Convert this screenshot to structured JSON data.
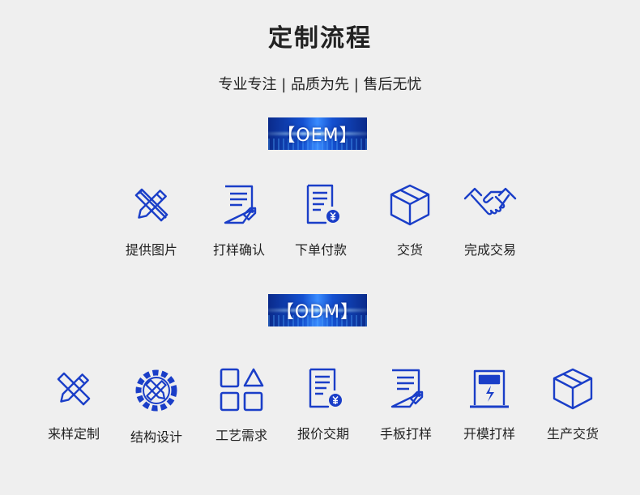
{
  "header": {
    "title": "定制流程",
    "subtitle": "专业专注 | 品质为先 | 售后无忧"
  },
  "colors": {
    "accent": "#1a3ec8",
    "background": "#efefef",
    "banner": "#1450d0"
  },
  "oem": {
    "badge": "【OEM】",
    "steps": [
      {
        "label": "提供图片",
        "icon": "pencil-ruler-icon"
      },
      {
        "label": "打样确认",
        "icon": "document-tag-icon"
      },
      {
        "label": "下单付款",
        "icon": "invoice-yen-icon"
      },
      {
        "label": "交货",
        "icon": "box-icon"
      },
      {
        "label": "完成交易",
        "icon": "handshake-icon"
      }
    ]
  },
  "odm": {
    "badge": "【ODM】",
    "steps": [
      {
        "label": "来样定制",
        "icon": "pencil-ruler-icon"
      },
      {
        "label": "结构设计",
        "icon": "gear-pencil-icon"
      },
      {
        "label": "工艺需求",
        "icon": "shapes-icon"
      },
      {
        "label": "报价交期",
        "icon": "invoice-yen-icon"
      },
      {
        "label": "手板打样",
        "icon": "document-tag-icon"
      },
      {
        "label": "开模打样",
        "icon": "machine-icon"
      },
      {
        "label": "生产交货",
        "icon": "box-icon"
      }
    ]
  }
}
